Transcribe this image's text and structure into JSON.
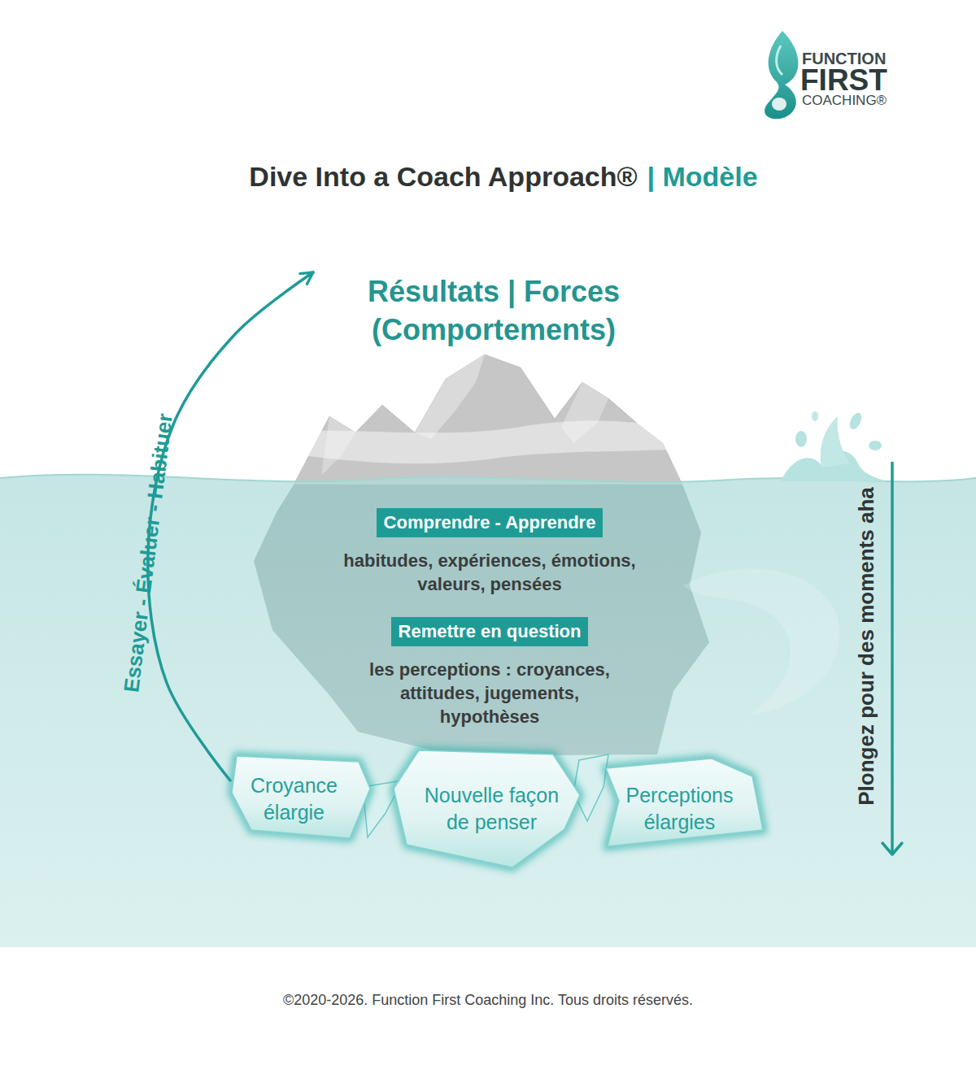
{
  "diagram": {
    "title": "Dive Into a Coach Approach®",
    "caption": "©2020-2026. Function First Coaching Inc. Tous droits réservés.",
    "nodes": [
      {
        "text": [
          "Résultats | Forces (Comportements)"
        ]
      },
      {
        "text": [
          "Comprendre - Apprendre",
          "habitudes, expériences, émotions, valeurs, pensées"
        ],
        "in": 0
      },
      {
        "text": [
          "Remettre en question",
          "les perceptions : croyances, attitudes, jugements, hypothèses"
        ],
        "in": 0
      },
      {
        "text": [
          "Croyance élargie"
        ]
      },
      {
        "text": [
          "Nouvelle façon de penser"
        ]
      },
      {
        "text": [
          "Perceptions élargies"
        ]
      }
    ],
    "edges": [
      {
        "from": 3,
        "to": 0,
        "arrow": "to",
        "label": "Essayer - Évaluer - Habituer"
      }
    ],
    "labels": [
      "FUNCTION",
      "FIRST",
      "COACHING®",
      "| Modèle",
      "Plongez pour des moments aha"
    ]
  }
}
